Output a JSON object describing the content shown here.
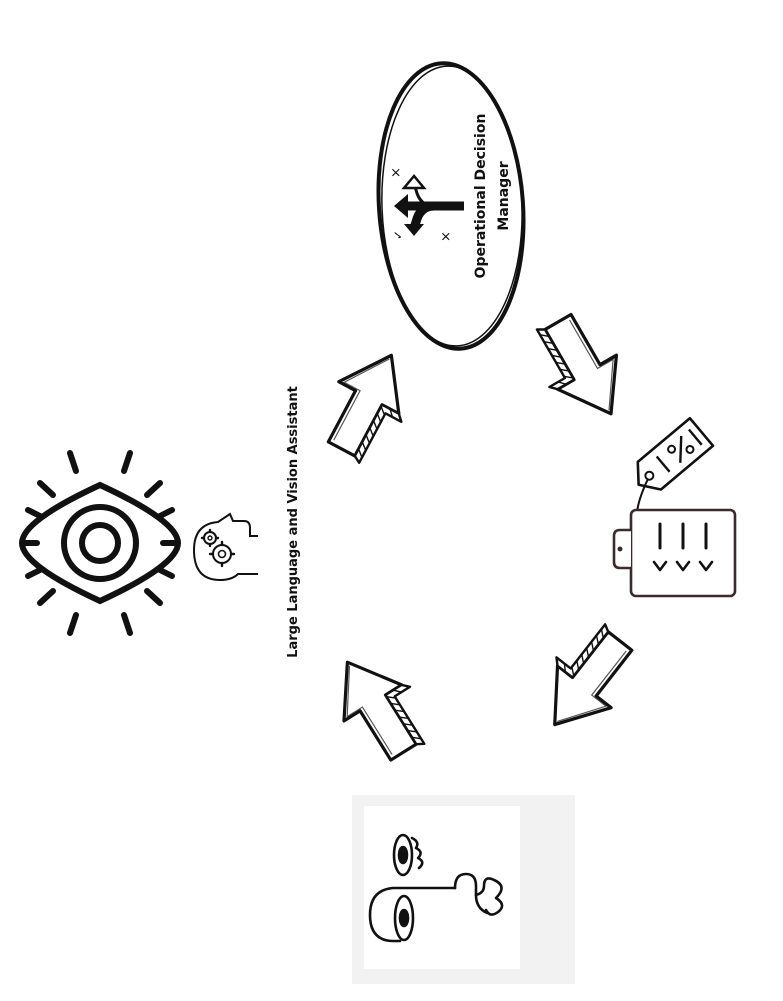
{
  "diagram": {
    "llva_label": "Large Language and Vision Assistant",
    "odm_label_line1": "Operational Decision",
    "odm_label_line2": "Manager"
  },
  "colors": {
    "ink": "#111111",
    "panel": "#f2f2f3",
    "background": "#ffffff"
  },
  "icons": [
    "radiating-eye-icon",
    "head-gears-icon",
    "decision-arrows-icon",
    "discount-tag-icon",
    "clipboard-icon",
    "face-sketch-icon",
    "sketch-arrow-icon"
  ]
}
